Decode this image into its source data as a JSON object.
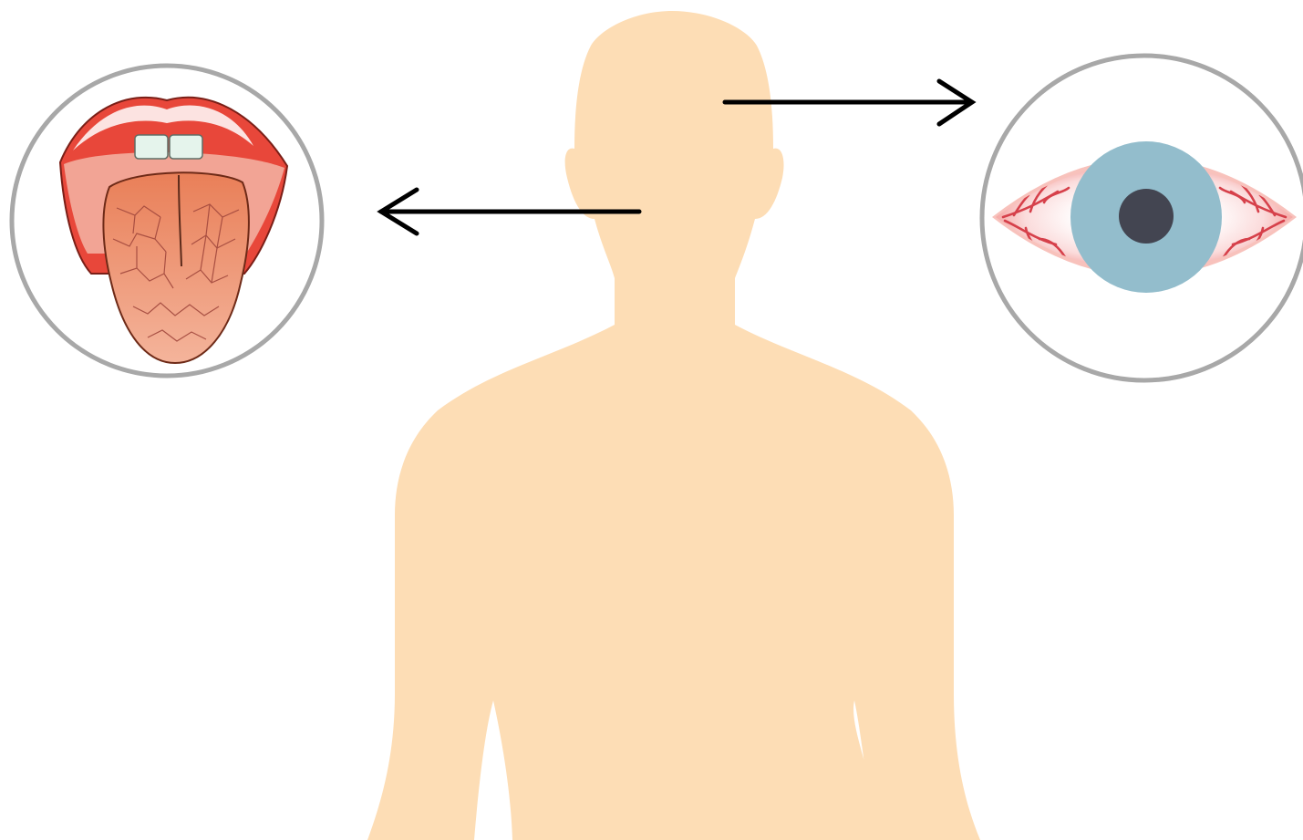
{
  "diagram": {
    "body_silhouette": {
      "icon": "human-torso-silhouette",
      "color": "#FDDDB5"
    },
    "callouts": [
      {
        "icon": "dry-cracked-tongue-icon",
        "frame_color": "#A8A8A8",
        "arrow_direction": "left"
      },
      {
        "icon": "bloodshot-red-eye-icon",
        "frame_color": "#A8A8A8",
        "arrow_direction": "right"
      }
    ],
    "colors": {
      "arrow": "#000000",
      "lips": "#E8473A",
      "tongue": "#EE9870",
      "iris": "#93BDCC",
      "pupil": "#434551",
      "eye_vessels": "#D6404A"
    }
  }
}
